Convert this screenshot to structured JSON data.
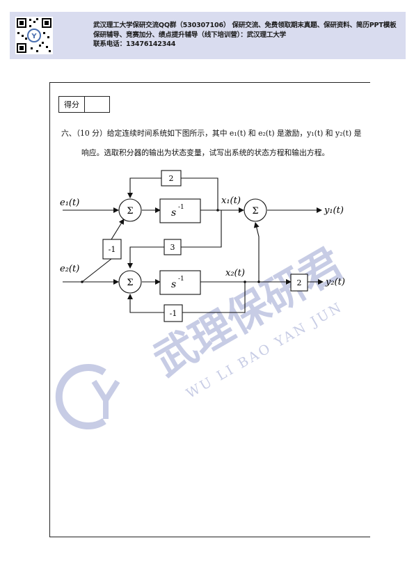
{
  "banner": {
    "line1": "武汉理工大学保研交流QQ群（530307106） 保研交流、免费领取期末真题、保研资料、简历PPT模板",
    "line2": "保研辅导、竞赛加分、绩点提升辅导（线下培训营）：武汉理工大学",
    "line3": "联系电话：13476142344"
  },
  "score_box": {
    "label": "得分"
  },
  "question": {
    "line1": "六、（10 分）给定连续时间系统如下图所示，其中 e₁(t) 和 e₂(t) 是激励，y₁(t) 和 y₂(t) 是",
    "line2": "响应。选取积分器的输出为状态变量，试写出系统的状态方程和输出方程。"
  },
  "diagram": {
    "inputs": [
      "e₁(t)",
      "e₂(t)"
    ],
    "outputs": [
      "y₁(t)",
      "y₂(t)"
    ],
    "states": [
      "x₁(t)",
      "x₂(t)"
    ],
    "integrator_label": "s",
    "integrator_exp": "-1",
    "sum_symbol": "Σ",
    "gains": {
      "top_feedback": "2",
      "cross_e2_to_sum1": "-1",
      "cross_x1_to_sum2": "3",
      "bottom_feedback": "-1",
      "output_gain": "2"
    }
  },
  "watermark": {
    "text": "武理保研君",
    "subtext": "WU LI BAO YAN JUN"
  },
  "colors": {
    "banner_bg": "#d9dcef",
    "watermark": "#9aa3cf"
  }
}
